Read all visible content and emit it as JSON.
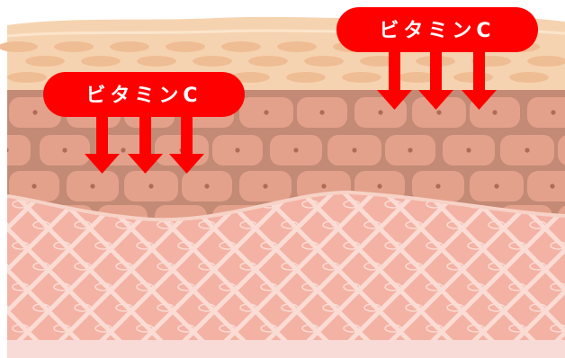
{
  "diagram": {
    "labels": [
      {
        "id": "vitamin-c-left",
        "text": "ビタミンC"
      },
      {
        "id": "vitamin-c-right",
        "text": "ビタミンC"
      }
    ],
    "layers": [
      {
        "id": "stratum-corneum",
        "color": "#f6d3b0"
      },
      {
        "id": "epidermis",
        "color": "#c38a75"
      },
      {
        "id": "dermis",
        "color": "#f3b2a4"
      },
      {
        "id": "subcutis",
        "color": "#f8dad6"
      }
    ],
    "colors": {
      "badge": "#ff0000",
      "arrow": "#ff0000",
      "epidermis_cell": "#e3a18b",
      "cell_nucleus": "#b06a55",
      "dermis_lattice": "#fadcd4"
    }
  }
}
